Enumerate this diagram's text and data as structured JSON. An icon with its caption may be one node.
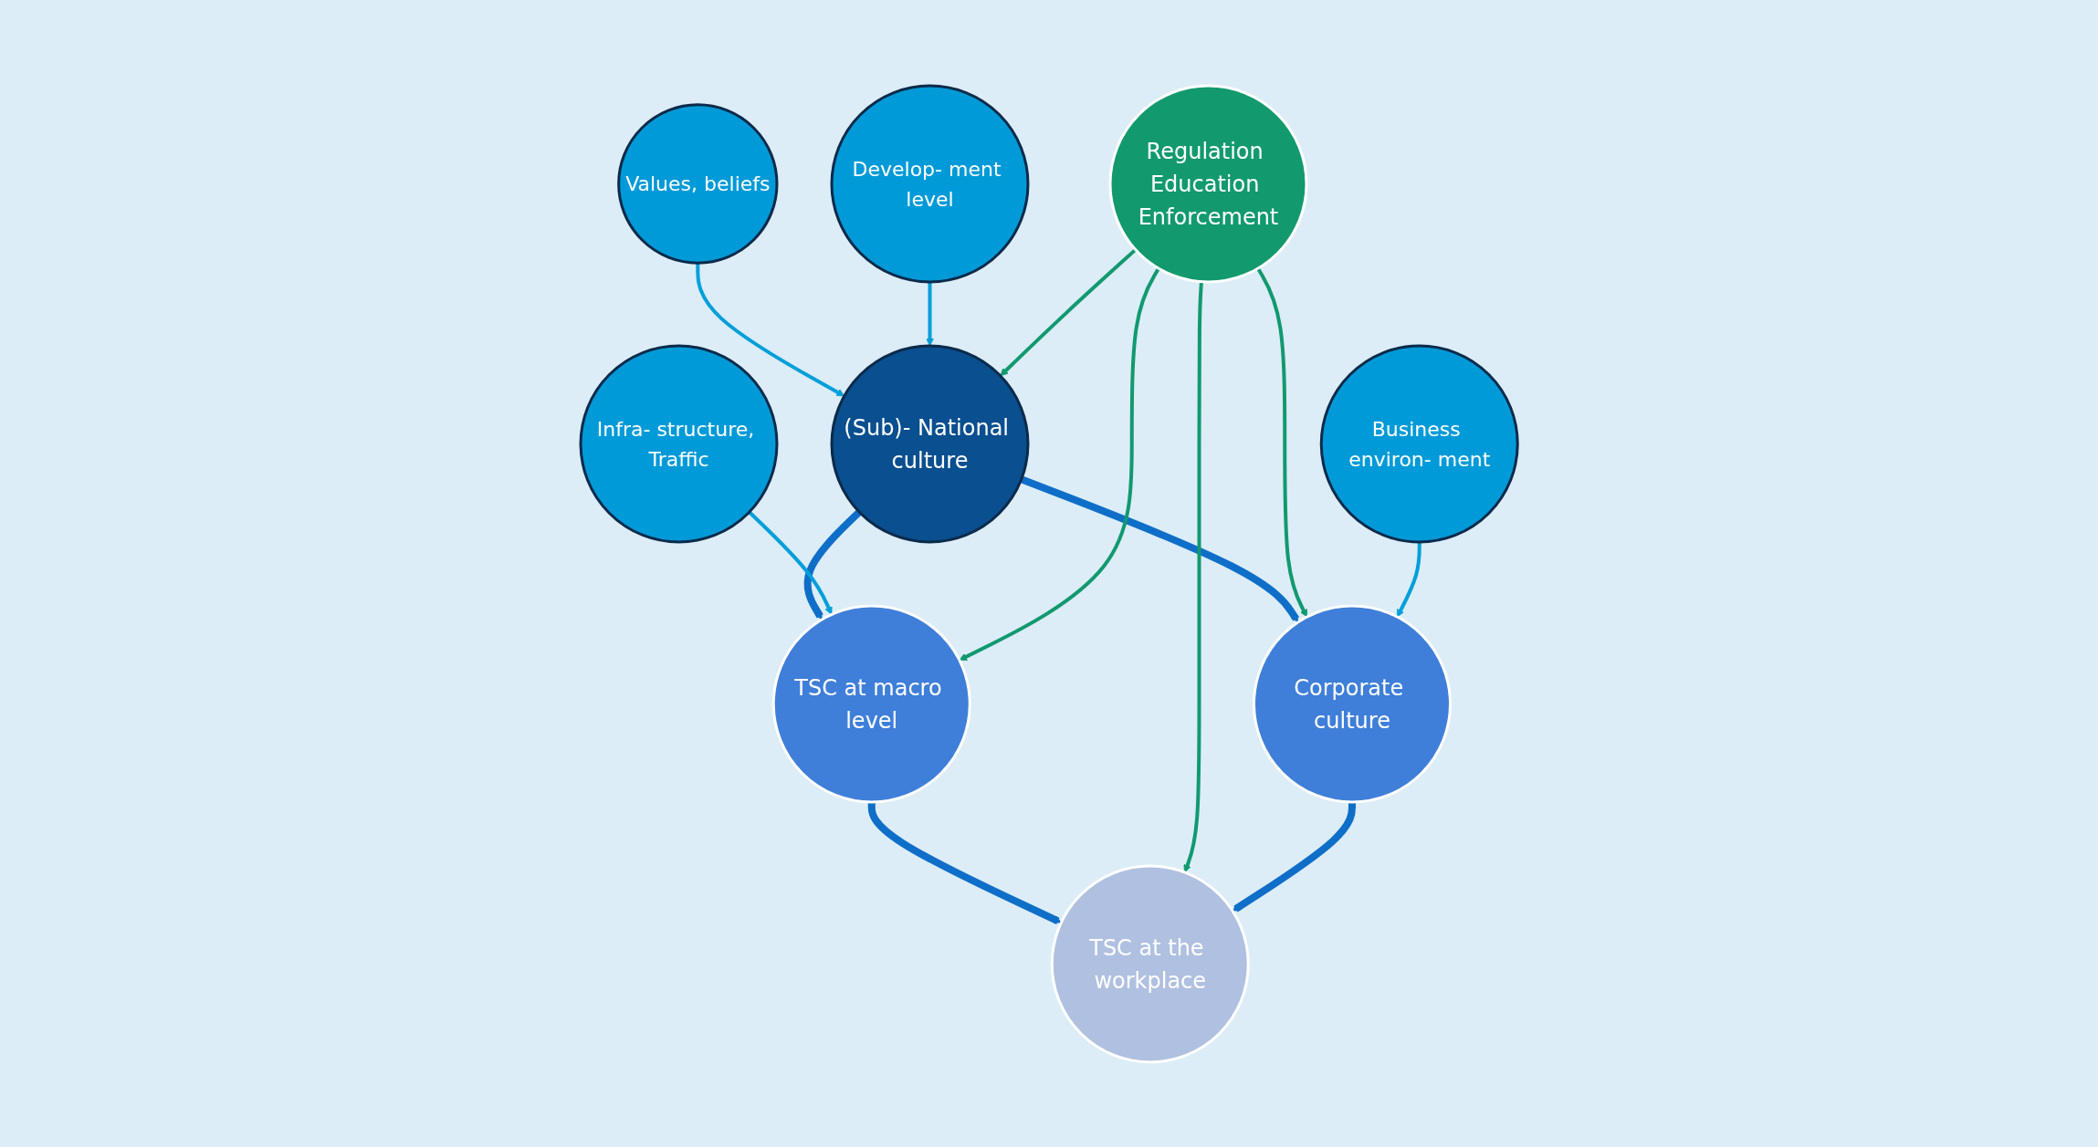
{
  "diagram": {
    "nodes": [
      {
        "text": [
          "Values, beliefs"
        ]
      },
      {
        "text": [
          "(Sub)- National culture"
        ]
      },
      {
        "text": [
          "Develop- ment level"
        ]
      },
      {
        "text": [
          "Infra- structure, Traffic"
        ]
      },
      {
        "text": [
          "TSC at macro level"
        ]
      },
      {
        "text": [
          "Regulation Education Enforcement"
        ]
      },
      {
        "text": [
          "Corporate culture"
        ]
      },
      {
        "text": [
          "Business environ- ment"
        ]
      },
      {
        "text": [
          "TSC at the workplace"
        ]
      }
    ],
    "edges": [
      {
        "from": 0,
        "to": 1,
        "arrow": "to",
        "color": "#009fda"
      },
      {
        "from": 2,
        "to": 1,
        "arrow": "to",
        "color": "#009fda"
      },
      {
        "from": 1,
        "to": 4,
        "arrow": "to",
        "style": "thick",
        "color": "#0f6ec8"
      },
      {
        "from": 1,
        "to": 6,
        "arrow": "to",
        "style": "thick",
        "color": "#0f6ec8"
      },
      {
        "from": 5,
        "to": 1,
        "arrow": "to",
        "color": "#12996f"
      },
      {
        "from": 3,
        "to": 4,
        "arrow": "to",
        "color": "#009fda"
      },
      {
        "from": 5,
        "to": 4,
        "arrow": "to",
        "color": "#12996f"
      },
      {
        "from": 5,
        "to": 6,
        "arrow": "to",
        "color": "#12996f"
      },
      {
        "from": 7,
        "to": 6,
        "arrow": "to",
        "color": "#009fda"
      },
      {
        "from": 4,
        "to": 8,
        "arrow": "to",
        "style": "thick",
        "color": "#0f6ec8"
      },
      {
        "from": 5,
        "to": 8,
        "arrow": "to",
        "color": "#12996f"
      },
      {
        "from": 6,
        "to": 8,
        "arrow": "to",
        "style": "thick",
        "color": "#0f6ec8"
      }
    ]
  }
}
